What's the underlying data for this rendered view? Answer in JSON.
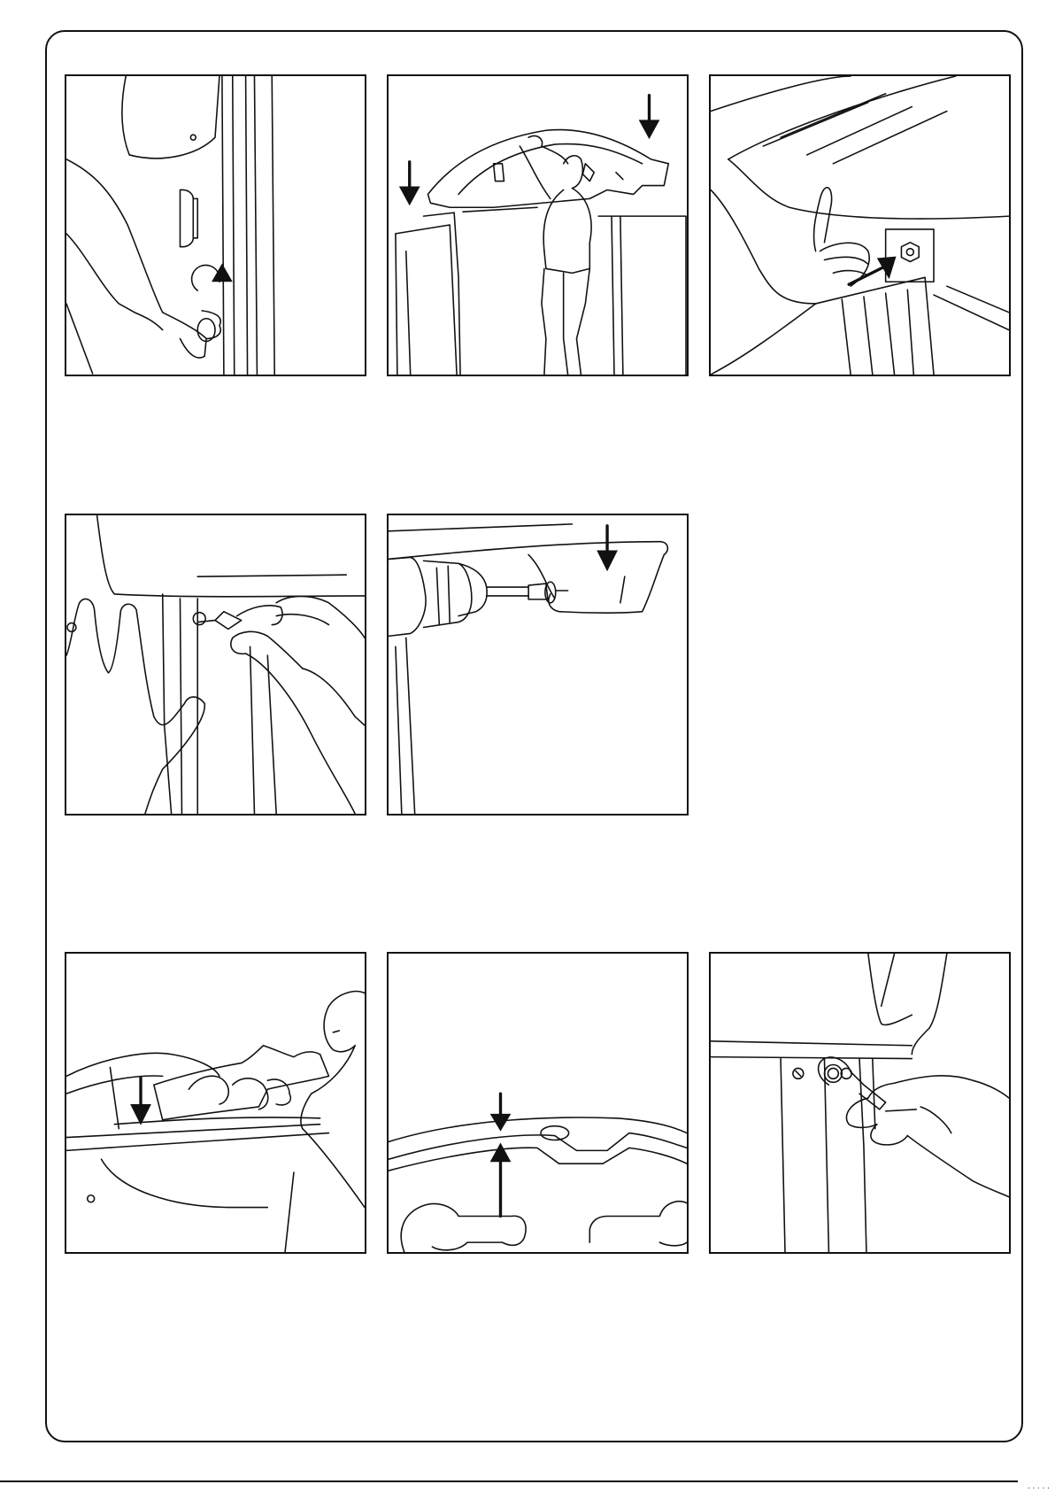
{
  "document": {
    "type": "assembly instruction sheet",
    "footer_mark": "· · · · ·"
  },
  "panels": [
    {
      "row": 1,
      "col": 1,
      "scene": "hand-turning-door-knob",
      "arrow": "rotate"
    },
    {
      "row": 1,
      "col": 2,
      "scene": "person-lifting-roof-onto-shed",
      "arrow": "down"
    },
    {
      "row": 1,
      "col": 3,
      "scene": "roof-corner-bolt-detail",
      "arrow": "diagonal"
    },
    {
      "row": 2,
      "col": 1,
      "scene": "hands-inserting-bolt",
      "arrow": "none"
    },
    {
      "row": 2,
      "col": 2,
      "scene": "drill-fixing-screw-under-roof",
      "arrow": "down"
    },
    {
      "row": 3,
      "col": 1,
      "scene": "person-placing-roof-panel",
      "arrow": "down"
    },
    {
      "row": 3,
      "col": 2,
      "scene": "roof-edge-alignment-gap",
      "arrow": "down-and-up"
    },
    {
      "row": 3,
      "col": 3,
      "scene": "wrench-tightening-nut",
      "arrow": "none"
    }
  ],
  "colors": {
    "line": "#111111",
    "background": "#ffffff"
  }
}
